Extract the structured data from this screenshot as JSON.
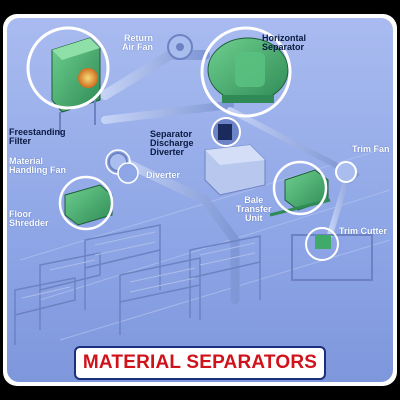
{
  "title": "MATERIAL SEPARATORS",
  "labels": {
    "return_air_fan": "Return\nAir Fan",
    "horizontal_separator": "Horizontal\nSeparator",
    "freestanding_filter": "Freestanding\nFilter",
    "separator_discharge_diverter": "Separator\nDischarge\nDiverter",
    "material_handling_fan": "Material\nHandling Fan",
    "diverter": "Diverter",
    "trim_fan": "Trim Fan",
    "bale_transfer_unit": "Bale\nTransfer\nUnit",
    "floor_shredder": "Floor\nShredder",
    "trim_cutter": "Trim Cutter"
  },
  "colors": {
    "background": "#8fa6e6",
    "panel_border": "#ffffff",
    "duct": "#9cb6ea",
    "equipment_green": "#3faa6a",
    "banner_text": "#d0121b"
  }
}
